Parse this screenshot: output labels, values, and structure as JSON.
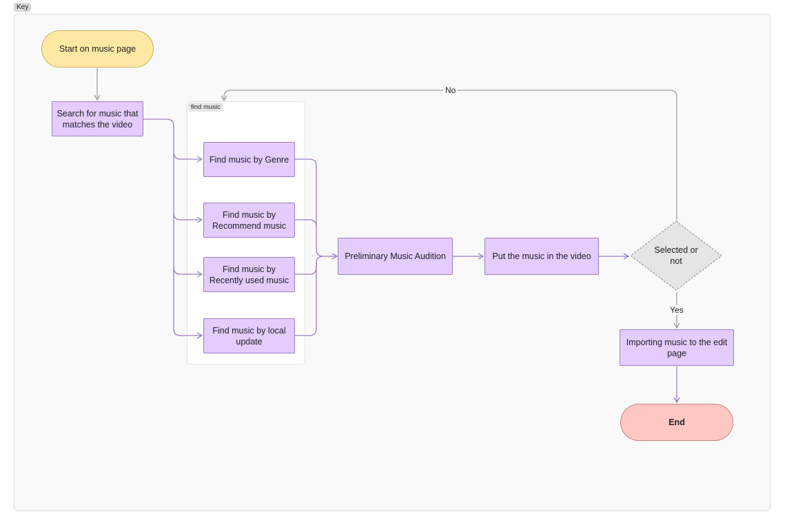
{
  "key_label": "Key",
  "section": {
    "label": "find music"
  },
  "nodes": {
    "start": "Start on music page",
    "search": "Search for music that matches the video",
    "genre": "Find music by Genre",
    "recommend": "Find music by Recommend music",
    "recent": "Find music by Recently used music",
    "local": "Find music by local update",
    "audition": "Preliminary Music Audition",
    "put": "Put the music in the video",
    "decision": "Selected or not",
    "import": "Importing music to the edit page",
    "end": "End"
  },
  "edge_labels": {
    "no": "No",
    "yes": "Yes"
  },
  "colors": {
    "process_fill": "#e4ccff",
    "start_fill": "#ffe8a3",
    "end_fill": "#ffc7c2",
    "decision_fill": "#e5e5e5",
    "purple_edge": "#9b7cc1",
    "gray_edge": "#9e9e9e"
  }
}
